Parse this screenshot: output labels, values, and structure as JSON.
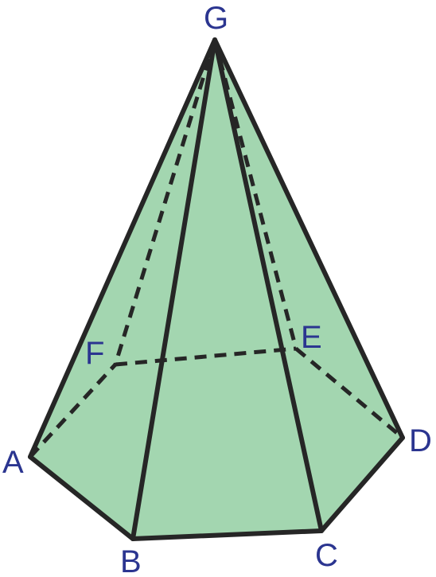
{
  "figure": {
    "face_color": "#a3d6b0",
    "edge_color": "#262626",
    "label_color": "#2b3590",
    "labels": {
      "A": "A",
      "B": "B",
      "C": "C",
      "D": "D",
      "E": "E",
      "F": "F",
      "G": "G"
    }
  }
}
